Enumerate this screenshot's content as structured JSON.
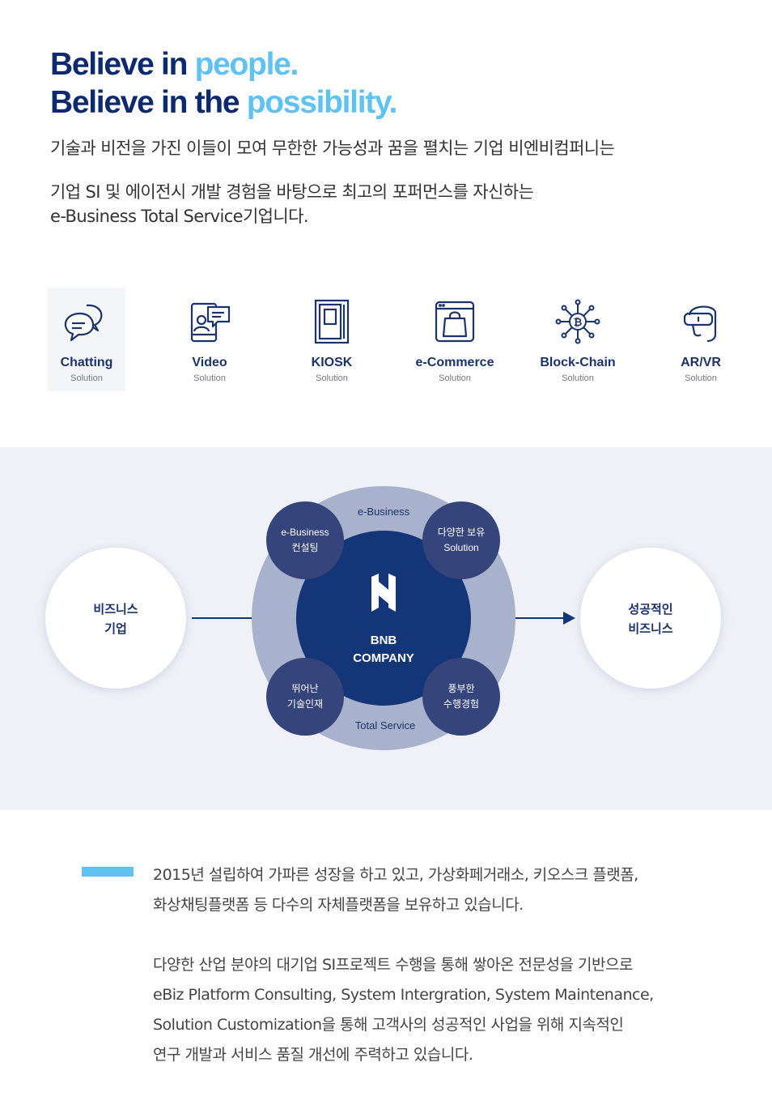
{
  "hero": {
    "line1_prefix": "Believe in ",
    "line1_accent": "people.",
    "line2_prefix": "Believe in the ",
    "line2_accent": "possibility.",
    "intro_1": "기술과 비전을 가진 이들이 모여 무한한 가능성과 꿈을 펼치는 기업 비엔비컴퍼니는",
    "intro_2a": "기업 SI 및 에이전시 개발 경험을 바탕으로 최고의 포퍼먼스를 자신하는",
    "intro_2b": "e-Business Total Service기업니다."
  },
  "solutions": [
    {
      "name": "Chatting",
      "sub": "Solution",
      "icon": "chat-bubbles-icon"
    },
    {
      "name": "Video",
      "sub": "Solution",
      "icon": "video-call-icon"
    },
    {
      "name": "KIOSK",
      "sub": "Solution",
      "icon": "kiosk-icon"
    },
    {
      "name": "e-Commerce",
      "sub": "Solution",
      "icon": "shopping-bag-icon"
    },
    {
      "name": "Block-Chain",
      "sub": "Solution",
      "icon": "bitcoin-network-icon"
    },
    {
      "name": "AR/VR",
      "sub": "Solution",
      "icon": "vr-headset-icon"
    }
  ],
  "diagram": {
    "left_line1": "비즈니스",
    "left_line2": "기업",
    "right_line1": "성공적인",
    "right_line2": "비즈니스",
    "ring_top": "e-Business",
    "ring_bottom": "Total Service",
    "center_line1": "BNB",
    "center_line2": "COMPANY",
    "tl_line1": "e-Business",
    "tl_line2": "컨설팅",
    "tr_line1": "다양한 보유",
    "tr_line2": "Solution",
    "bl_line1": "뛰어난",
    "bl_line2": "기술인재",
    "br_line1": "풍부한",
    "br_line2": "수행경험"
  },
  "body": {
    "p1_l1": "2015년 설립하여 가파른 성장을 하고 있고, 가상화페거래소, 키오스크 플랫폼,",
    "p1_l2": "화상채팅플랫폼 등 다수의 자체플랫폼을 보유하고 있습니다.",
    "p2_l1": "다양한 산업 분야의 대기업 SI프로젝트 수행을 통해 쌓아온 전문성을 기반으로",
    "p2_l2": "eBiz Platform Consulting, System Intergration, System Maintenance,",
    "p2_l3": "Solution Customization을 통해 고객사의 성공적인 사업을 위해 지속적인",
    "p2_l4": "연구 개발과 서비스 품질 개선에 주력하고 있습니다."
  },
  "colors": {
    "navy": "#0e2a6e",
    "accent": "#5fc2f2",
    "center": "#143577",
    "ring": "#a8b2cc",
    "satellite": "#35447a",
    "band": "#eff1f6"
  }
}
